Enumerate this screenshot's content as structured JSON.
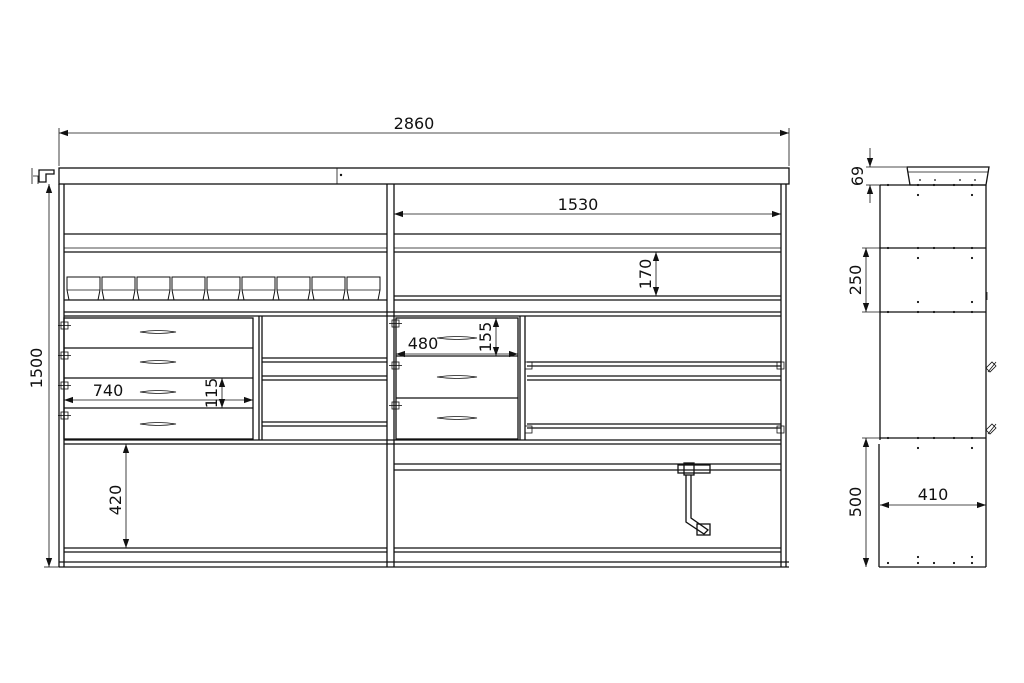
{
  "drawing": {
    "title": "",
    "units": "",
    "front_view": {
      "overall_width": "2860",
      "overall_height": "1500",
      "upper_shelf_width": "1530",
      "shelf_spacing": "170",
      "left_drawer_width": "740",
      "left_drawer_height": "115",
      "right_drawer_width": "480",
      "right_drawer_height": "155",
      "bottom_compartment_height": "420"
    },
    "side_view": {
      "top_tray_height": "69",
      "shelf_spacing": "250",
      "bottom_section_height": "500",
      "depth": "410"
    }
  }
}
